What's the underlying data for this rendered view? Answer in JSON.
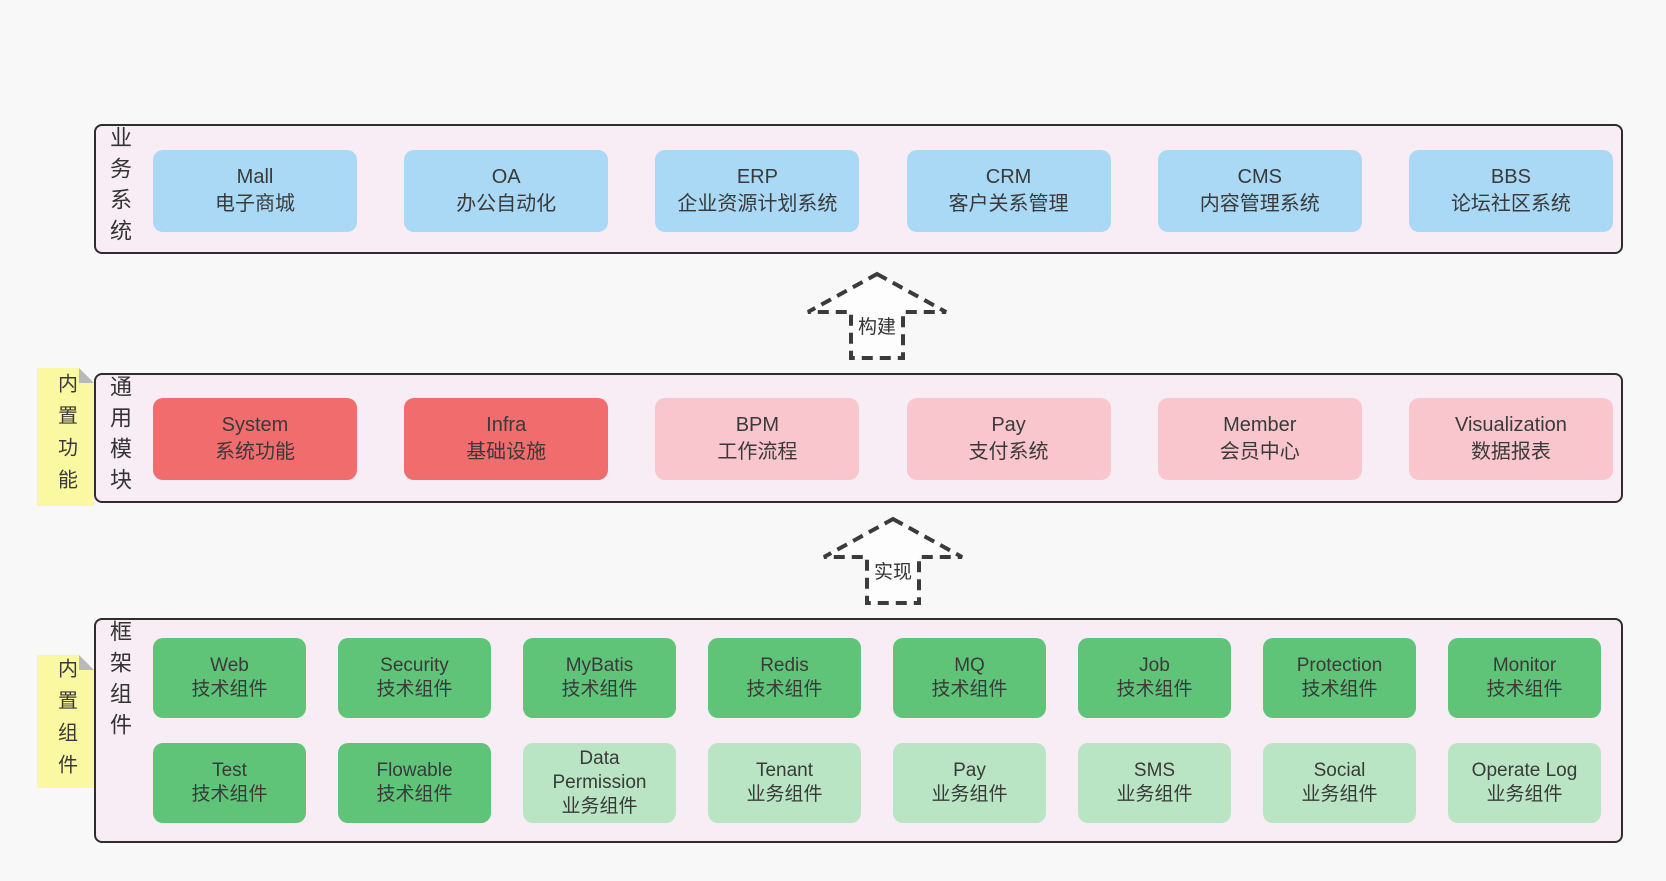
{
  "colors": {
    "page_bg": "#f8f8f8",
    "tier_bg": "#f8edf5",
    "tier_border": "#2e2e2e",
    "blue": "#a9d9f4",
    "red": "#f16c6c",
    "pink": "#f9c6ce",
    "green": "#5fc478",
    "green_light": "#b9e5c4",
    "sticky_bg": "#fbf8a2",
    "sticky_fold": "#b9b9bd",
    "text": "#3a3a3a",
    "arrow_fill": "#fdfdfd",
    "arrow_stroke": "#3b3b3b"
  },
  "tiers": [
    {
      "id": "business",
      "label": "业务系统",
      "sticky": null,
      "boxes": [
        {
          "title": "Mall",
          "subtitle": "电子商城",
          "variant": "blue"
        },
        {
          "title": "OA",
          "subtitle": "办公自动化",
          "variant": "blue"
        },
        {
          "title": "ERP",
          "subtitle": "企业资源计划系统",
          "variant": "blue"
        },
        {
          "title": "CRM",
          "subtitle": "客户关系管理",
          "variant": "blue"
        },
        {
          "title": "CMS",
          "subtitle": "内容管理系统",
          "variant": "blue"
        },
        {
          "title": "BBS",
          "subtitle": "论坛社区系统",
          "variant": "blue"
        }
      ]
    },
    {
      "id": "modules",
      "label": "通用模块",
      "sticky": "内置功能",
      "boxes": [
        {
          "title": "System",
          "subtitle": "系统功能",
          "variant": "red"
        },
        {
          "title": "Infra",
          "subtitle": "基础设施",
          "variant": "red"
        },
        {
          "title": "BPM",
          "subtitle": "工作流程",
          "variant": "pink"
        },
        {
          "title": "Pay",
          "subtitle": "支付系统",
          "variant": "pink"
        },
        {
          "title": "Member",
          "subtitle": "会员中心",
          "variant": "pink"
        },
        {
          "title": "Visualization",
          "subtitle": "数据报表",
          "variant": "pink"
        }
      ]
    },
    {
      "id": "components",
      "label": "框架组件",
      "sticky": "内置组件",
      "rows": [
        {
          "boxes": [
            {
              "title": "Web",
              "subtitle": "技术组件",
              "variant": "green"
            },
            {
              "title": "Security",
              "subtitle": "技术组件",
              "variant": "green"
            },
            {
              "title": "MyBatis",
              "subtitle": "技术组件",
              "variant": "green"
            },
            {
              "title": "Redis",
              "subtitle": "技术组件",
              "variant": "green"
            },
            {
              "title": "MQ",
              "subtitle": "技术组件",
              "variant": "green"
            },
            {
              "title": "Job",
              "subtitle": "技术组件",
              "variant": "green"
            },
            {
              "title": "Protection",
              "subtitle": "技术组件",
              "variant": "green"
            },
            {
              "title": "Monitor",
              "subtitle": "技术组件",
              "variant": "green"
            }
          ]
        },
        {
          "boxes": [
            {
              "title": "Test",
              "subtitle": "技术组件",
              "variant": "green"
            },
            {
              "title": "Flowable",
              "subtitle": "技术组件",
              "variant": "green"
            },
            {
              "title": "Data Permission",
              "subtitle": "业务组件",
              "variant": "green_light"
            },
            {
              "title": "Tenant",
              "subtitle": "业务组件",
              "variant": "green_light"
            },
            {
              "title": "Pay",
              "subtitle": "业务组件",
              "variant": "green_light"
            },
            {
              "title": "SMS",
              "subtitle": "业务组件",
              "variant": "green_light"
            },
            {
              "title": "Social",
              "subtitle": "业务组件",
              "variant": "green_light"
            },
            {
              "title": "Operate Log",
              "subtitle": "业务组件",
              "variant": "green_light"
            }
          ]
        }
      ]
    }
  ],
  "arrows": [
    {
      "label": "构建"
    },
    {
      "label": "实现"
    }
  ]
}
